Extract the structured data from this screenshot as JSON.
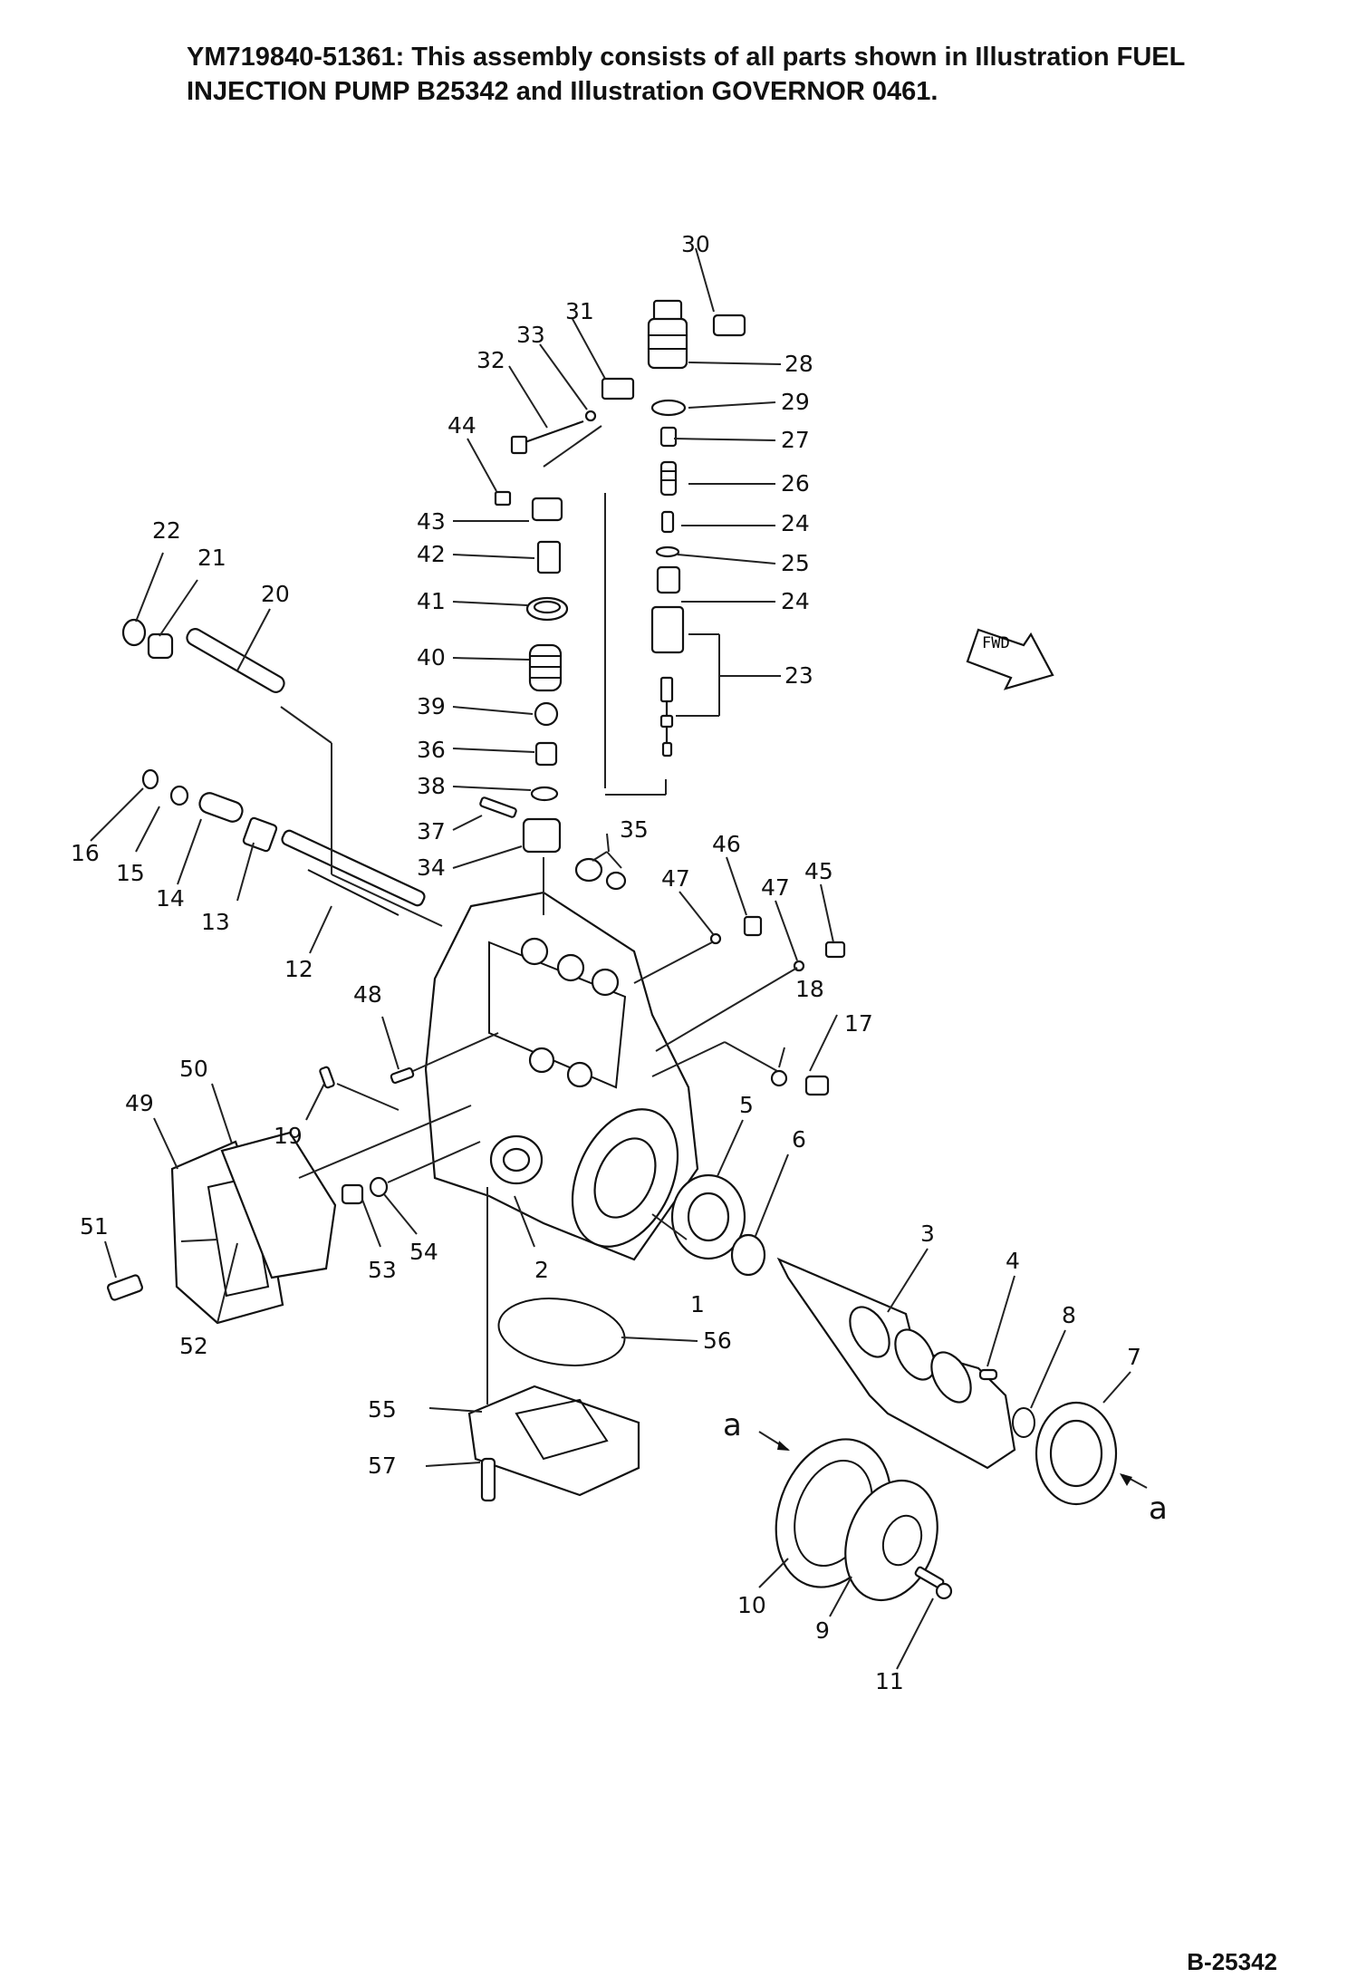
{
  "header": {
    "line1": "YM719840-51361: This assembly consists of all parts shown in Illustration FUEL",
    "line2": "INJECTION PUMP B25342 and Illustration GOVERNOR 0461."
  },
  "fwd_badge": "FWD",
  "view_markers": [
    "a",
    "a"
  ],
  "callouts": [
    "1",
    "2",
    "3",
    "4",
    "5",
    "6",
    "7",
    "8",
    "9",
    "10",
    "11",
    "12",
    "13",
    "14",
    "15",
    "16",
    "17",
    "18",
    "19",
    "20",
    "21",
    "22",
    "23",
    "24",
    "24",
    "25",
    "26",
    "27",
    "28",
    "29",
    "30",
    "31",
    "32",
    "33",
    "34",
    "35",
    "36",
    "37",
    "38",
    "39",
    "40",
    "41",
    "42",
    "43",
    "44",
    "45",
    "46",
    "47",
    "47",
    "48",
    "49",
    "50",
    "51",
    "52",
    "53",
    "54",
    "55",
    "56",
    "57"
  ],
  "drawing_code": "B-25342"
}
